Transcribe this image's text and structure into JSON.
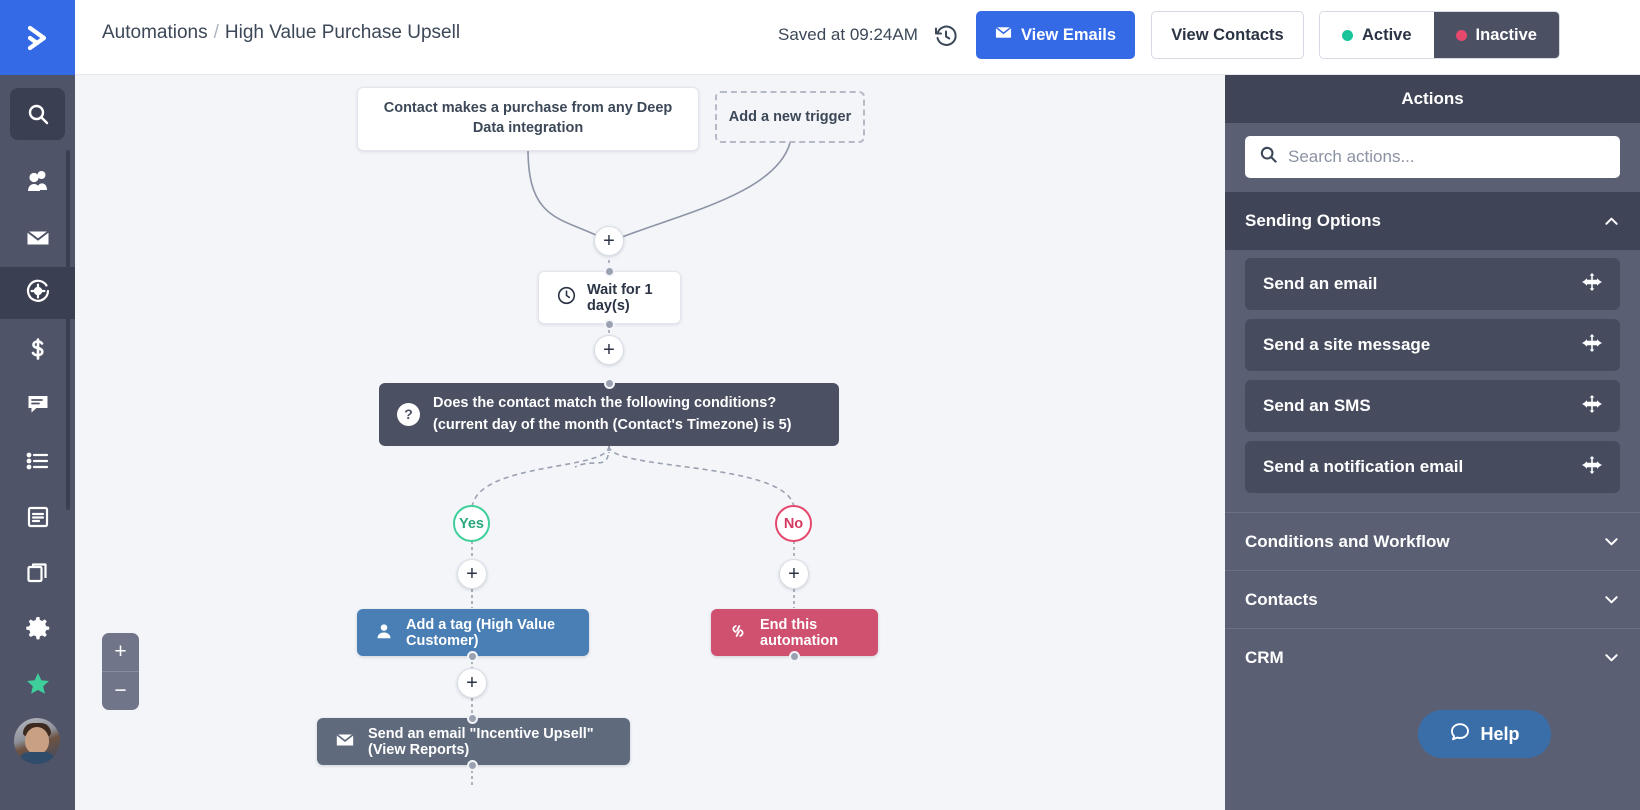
{
  "brand": {
    "logo_icon": "activecampaign-chevron-logo",
    "logo_color": "#356ae6"
  },
  "left_rail": {
    "background": "#4f5468",
    "items": [
      {
        "icon": "search-icon",
        "name": "search",
        "state": "boxed"
      },
      {
        "icon": "contacts-icon",
        "name": "contacts",
        "state": "normal"
      },
      {
        "icon": "envelope-icon",
        "name": "campaigns",
        "state": "normal"
      },
      {
        "icon": "automations-icon",
        "name": "automations",
        "state": "selected"
      },
      {
        "icon": "dollar-icon",
        "name": "deals",
        "state": "normal"
      },
      {
        "icon": "conversations-icon",
        "name": "conversations",
        "state": "normal"
      },
      {
        "icon": "list-icon",
        "name": "lists",
        "state": "normal"
      },
      {
        "icon": "forms-icon",
        "name": "forms",
        "state": "normal"
      },
      {
        "icon": "pages-icon",
        "name": "pages",
        "state": "normal"
      },
      {
        "icon": "gear-icon",
        "name": "settings",
        "state": "normal"
      },
      {
        "icon": "star-icon",
        "name": "favorites",
        "state": "accent",
        "color": "#3ecf9b"
      }
    ],
    "avatar": {
      "icon": "user-avatar",
      "name": "account-avatar"
    }
  },
  "topbar": {
    "breadcrumb": {
      "root": "Automations",
      "separator": "/",
      "leaf": "High Value Purchase Upsell"
    },
    "saved_text": "Saved at 09:24AM",
    "history_icon": "history-revert-icon",
    "view_emails_label": "View Emails",
    "view_emails_icon": "envelope-icon",
    "view_emails_color": "#356ae6",
    "view_contacts_label": "View Contacts",
    "status": {
      "active_label": "Active",
      "inactive_label": "Inactive",
      "selected": "Inactive",
      "active_dot_color": "#19c49a",
      "inactive_dot_color": "#e4486d",
      "inactive_bg": "#4b5063"
    }
  },
  "canvas": {
    "background": "#f3f5f9",
    "zoom_in_label": "+",
    "zoom_out_label": "−",
    "nodes": {
      "trigger": {
        "label": "Contact makes a purchase from any Deep Data integration",
        "type": "trigger"
      },
      "add_trigger": {
        "label": "Add a new trigger",
        "type": "dashed"
      },
      "wait": {
        "label": "Wait for 1 day(s)",
        "icon": "clock-icon",
        "type": "wait"
      },
      "condition": {
        "label": "Does the contact match the following conditions? (current day of the month (Contact's Timezone) is 5)",
        "icon": "question-mark-icon",
        "type": "condition",
        "color": "#4b5063"
      },
      "branch_yes": {
        "label": "Yes",
        "color": "#3ecf9b"
      },
      "branch_no": {
        "label": "No",
        "color": "#e4486d"
      },
      "add_tag": {
        "label": "Add a tag (High Value Customer)",
        "icon": "contact-tag-icon",
        "color": "#4a7fb5"
      },
      "end_automation": {
        "label": "End this automation",
        "icon": "end-flag-icon",
        "color": "#d05070"
      },
      "send_email": {
        "label": "Send an email \"Incentive Upsell\" (View Reports)",
        "icon": "envelope-icon",
        "color": "#5f6a7d"
      }
    },
    "plus_label": "+"
  },
  "right_panel": {
    "title": "Actions",
    "search": {
      "placeholder": "Search actions...",
      "icon": "search-icon",
      "value": ""
    },
    "sections": [
      {
        "label": "Sending Options",
        "expanded": true,
        "chevron": "chevron-up-icon",
        "items": [
          {
            "label": "Send an email",
            "handle": "drag-handle-icon"
          },
          {
            "label": "Send a site message",
            "handle": "drag-handle-icon"
          },
          {
            "label": "Send an SMS",
            "handle": "drag-handle-icon"
          },
          {
            "label": "Send a notification email",
            "handle": "drag-handle-icon"
          }
        ]
      },
      {
        "label": "Conditions and Workflow",
        "expanded": false,
        "chevron": "chevron-down-icon",
        "items": []
      },
      {
        "label": "Contacts",
        "expanded": false,
        "chevron": "chevron-down-icon",
        "items": []
      },
      {
        "label": "CRM",
        "expanded": false,
        "chevron": "chevron-down-icon",
        "items": []
      }
    ]
  },
  "help": {
    "label": "Help",
    "icon": "chat-bubble-icon",
    "color": "#3a6ea8"
  }
}
